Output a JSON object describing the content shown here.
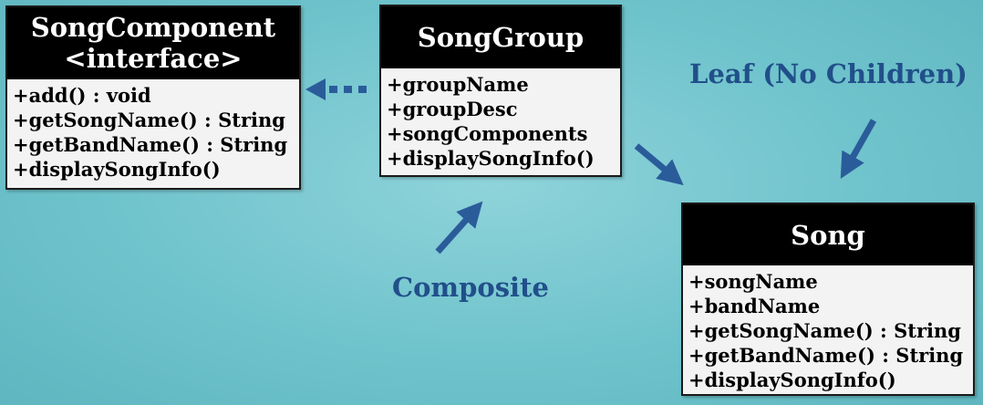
{
  "song_component": {
    "title": "SongComponent",
    "stereotype": "<interface>",
    "members": [
      "+add() : void",
      "+getSongName() : String",
      "+getBandName() : String",
      "+displaySongInfo()"
    ]
  },
  "song_group": {
    "title": "SongGroup",
    "members": [
      "+groupName",
      "+groupDesc",
      "+songComponents",
      "+displaySongInfo()"
    ]
  },
  "song": {
    "title": "Song",
    "members": [
      "+songName",
      "+bandName",
      "+getSongName() : String",
      "+getBandName() : String",
      "+displaySongInfo()"
    ]
  },
  "labels": {
    "leaf": "Leaf (No Children)",
    "composite": "Composite"
  },
  "colors": {
    "background": "#6fc3cc",
    "arrow": "#2a5c9a",
    "label_text": "#214f8a",
    "box_header": "#000000",
    "box_body": "#f3f3f3"
  }
}
